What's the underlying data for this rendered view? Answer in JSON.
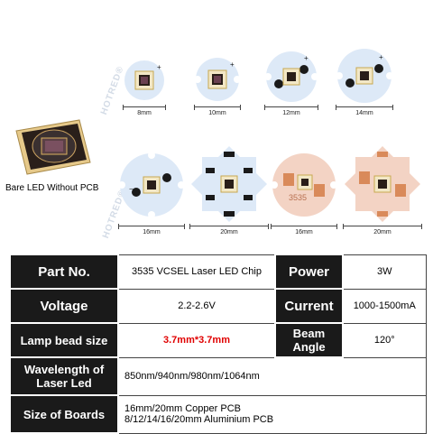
{
  "watermark": "HOTRED®",
  "bare_label": "Bare LED Without PCB",
  "sizes_top": [
    "8mm",
    "10mm",
    "12mm",
    "14mm"
  ],
  "sizes_bottom": [
    "16mm",
    "20mm",
    "16mm",
    "20mm"
  ],
  "board_print": "3535",
  "colors": {
    "aluminium": "#dde9f7",
    "copper": "#f3d3c4",
    "chip": "#d9b040",
    "header": "#1a1a1a",
    "highlight": "#e00000"
  },
  "table": {
    "part_no_key": "Part No.",
    "part_no_val": "3535 VCSEL Laser LED Chip",
    "power_key": "Power",
    "power_val": "3W",
    "voltage_key": "Voltage",
    "voltage_val": "2.2-2.6V",
    "current_key": "Current",
    "current_val": "1000-1500mA",
    "lamp_key": "Lamp bead size",
    "lamp_val": "3.7mm*3.7mm",
    "beam_key": "Beam Angle",
    "beam_val": "120°",
    "wave_key": "Wavelength of Laser Led",
    "wave_val": "850nm/940nm/980nm/1064nm",
    "boards_key": "Size of Boards",
    "boards_line1": "16mm/20mm Copper PCB",
    "boards_line2": "8/12/14/16/20mm Aluminium PCB"
  }
}
